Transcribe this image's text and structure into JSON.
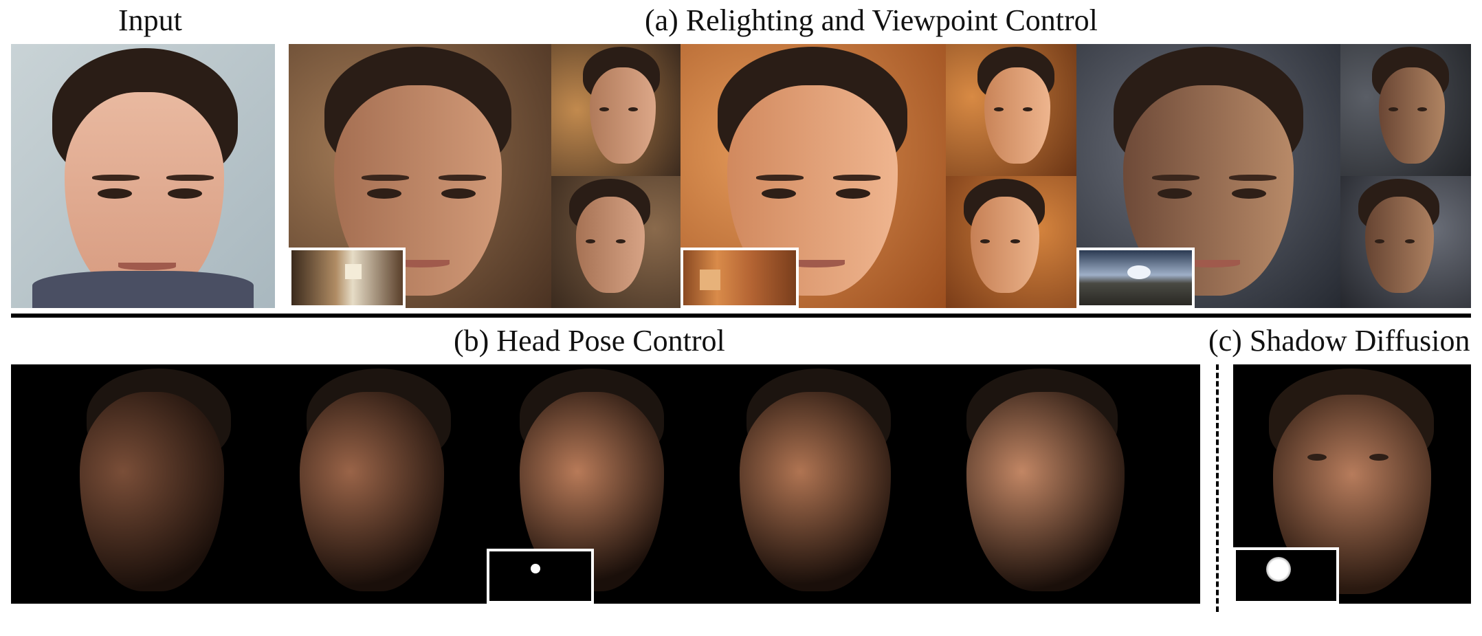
{
  "labels": {
    "input": "Input",
    "section_a": "(a) Relighting and Viewpoint Control",
    "section_b": "(b) Head Pose Control",
    "section_c": "(c) Shadow Diffusion"
  },
  "colors": {
    "input_background": "#b9c6cc",
    "env1_background": "#6b4a33",
    "env2_background": "#c9732f",
    "env3_background": "#3c4450",
    "dark_background": "#000000",
    "separator": "#000000"
  },
  "icons": {
    "env_map_1": "environment-map-interior-icon",
    "env_map_2": "environment-map-room-icon",
    "env_map_3": "environment-map-sky-icon",
    "point_light_small": "point-light-small-icon",
    "point_light_large": "point-light-large-icon"
  }
}
